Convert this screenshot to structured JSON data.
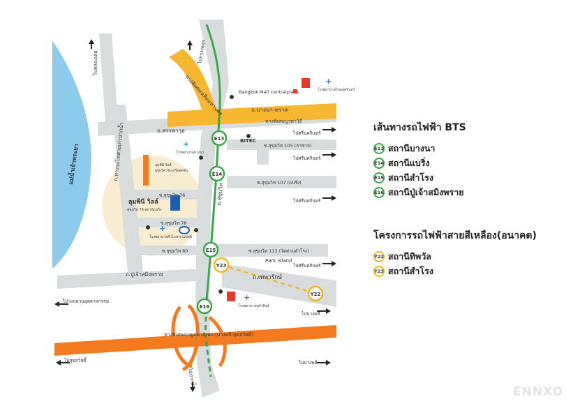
{
  "map": {
    "river_label": "แม่น้ำเจ้าพระยา",
    "roads": {
      "bangna_trad": "ถ.บางนา-ตราด",
      "bangna_expressway": "ทางพิเศษบูรพาวิถี",
      "chalerm_maha_nakhon": "ทางพิเศษเฉลิมมหานคร",
      "sorapawut": "ถ.สรรพาวุธ",
      "sukhumvit": "ถ.สุขุมวิท",
      "tepparak": "ถ.เทพารักษ์",
      "pu_chao": "ถ.ปู่เจ้าสมิงพราย",
      "kanchanaphisek": "ทางพิเศษกาญจนาภิเษก (บางพลี-สุขสวัสดิ์)",
      "railway_road": "ถ.ทางรถไฟสายเก่าปากน้ำ",
      "soi_105": "ซ.สุขุมวิท 105 (ลาซาล)",
      "soi_107": "ซ.สุขุมวิท 107 (แบริ่ง)",
      "soi_113": "ซ.สุขุมวิท 113 (วัดด่านสำโรง)",
      "soi_76": "ซ.สุขุมวิท 76",
      "soi_78": "ซ.สุขุมวิท 78",
      "soi_80": "ซ.สุขุมวิท 80"
    },
    "directions": {
      "to_khlong_toei": "ไปคลองเตย",
      "to_bangkok_north": "ไปกรุงเทพฯ",
      "to_srinakarin_1": "ไปศรีนครินทร์",
      "to_srinakarin_2": "ไปศรีนครินทร์",
      "to_srinakarin_3": "ไปศรีนครินทร์",
      "to_srinakarin_4": "ไปศรีนครินทร์",
      "to_kanchanaphisek_ring": "ไปวงแหวนอุตสาหกรรม",
      "to_bang_phli_1": "ไปบางพลี",
      "to_bang_phli_2": "ไปบางพลี",
      "to_suk_sawat": "ไปสุขสวัสดิ์",
      "to_paknam": "ไปปากน้ำ"
    },
    "landmarks": {
      "bangkok_mall": "Bangkok Mall",
      "central_plaza": "centralplaza",
      "bitec": "BITEC",
      "hospital_top": "โรงพยาบาลไทยนครินทร์",
      "hospital_bangna": "โรงพยาบาลบางนา",
      "hospital_samrong": "โรงพยาบาลสำโรงการแพทย์",
      "hospital_bottom": "โรงพยาบาลจุฬารัตน์",
      "lumpini_ville": "ลุมพินี วิลล์",
      "lumpini_sub": "สุขุมวิท 76-สถานีแบริ่ง",
      "lpn_building": "ลุมพินี วิลล์",
      "lpn_building_sub": "สุขุมวิท 76-แบริ่งสเตชั่น",
      "park_island": "Park island"
    },
    "stations": {
      "e13": "E13",
      "e14": "E14",
      "e15": "E15",
      "e16": "E16",
      "y22": "Y22",
      "y23": "Y23"
    }
  },
  "legend": {
    "bts_title": "เส้นทางรถไฟฟ้า BTS",
    "bts_items": [
      {
        "code": "E13",
        "name": "สถานีบางนา"
      },
      {
        "code": "E14",
        "name": "สถานีแบริ่ง"
      },
      {
        "code": "E15",
        "name": "สถานีสำโรง"
      },
      {
        "code": "E16",
        "name": "สถานีปู่เจ้าสมิงพราย"
      }
    ],
    "yellow_title": "โครงการรถไฟฟ้าสายสีเหลือง(อนาคต)",
    "yellow_items": [
      {
        "code": "Y22",
        "name": "สถานีทิพวัล"
      },
      {
        "code": "Y23",
        "name": "สถานีสำโรง"
      }
    ]
  },
  "watermark": "ENNXO",
  "colors": {
    "river": "#8ccbec",
    "road": "#d9dcdd",
    "expressway": "#f7b730",
    "kanchanaphisek": "#f47a1f",
    "bts_line": "#3aa64a",
    "yellow_line": "#f2b61f",
    "project_area": "#f8edd0"
  }
}
